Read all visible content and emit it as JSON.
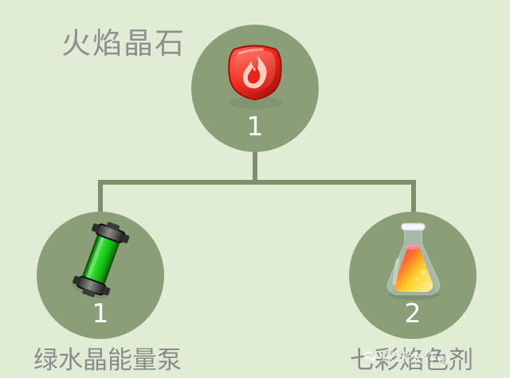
{
  "title": "火焰晶石",
  "tree": {
    "root": {
      "icon": "flame-crystal-icon",
      "count": "1"
    },
    "children": [
      {
        "icon": "green-crystal-energy-pump-icon",
        "count": "1",
        "label": "绿水晶能量泵"
      },
      {
        "icon": "rainbow-potion-flask-icon",
        "count": "2",
        "label": "七彩焰色剂"
      }
    ]
  },
  "watermark": {
    "text": "球球大作战",
    "icon": "wechat-icon"
  },
  "colors": {
    "background": "#e1ecd4",
    "node": "#8a9f78",
    "connector": "#7f8f6b",
    "title_text": "#8f8f8f",
    "node_text": "#ffffff"
  }
}
